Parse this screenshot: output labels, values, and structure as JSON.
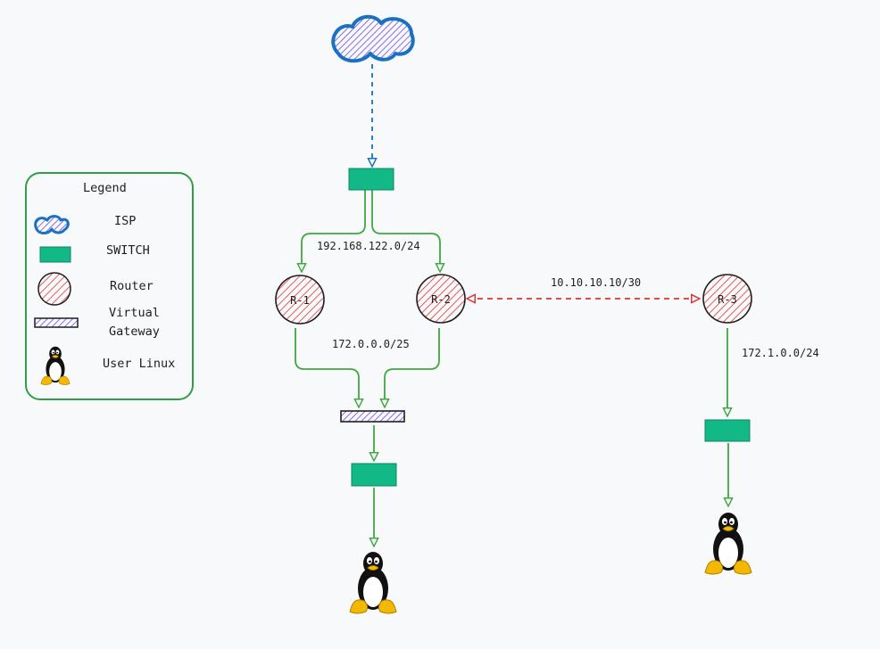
{
  "legend": {
    "title": "Legend",
    "items": [
      {
        "icon": "isp-cloud-icon",
        "label": "ISP"
      },
      {
        "icon": "switch-icon",
        "label": "SWITCH"
      },
      {
        "icon": "router-icon",
        "label": "Router"
      },
      {
        "icon": "virtual-gateway-icon",
        "label_line1": "Virtual",
        "label_line2": "Gateway"
      },
      {
        "icon": "tux-penguin-icon",
        "label": "User Linux"
      }
    ]
  },
  "routers": {
    "r1": "R-1",
    "r2": "R-2",
    "r3": "R-3"
  },
  "networks": {
    "lan_top": "192.168.122.0/24",
    "p2p": "10.10.10.10/30",
    "lan_gw": "172.0.0.0/25",
    "lan_r3": "172.1.0.0/24"
  },
  "colors": {
    "switch_fill": "#12b886",
    "router_hatch": "#e03131",
    "gateway_hatch": "#7048e8",
    "isp_stroke": "#1971c2",
    "green_link": "#40a840",
    "blue_link": "#1971c2",
    "red_link": "#e03131",
    "legend_border": "#2f9e44"
  }
}
